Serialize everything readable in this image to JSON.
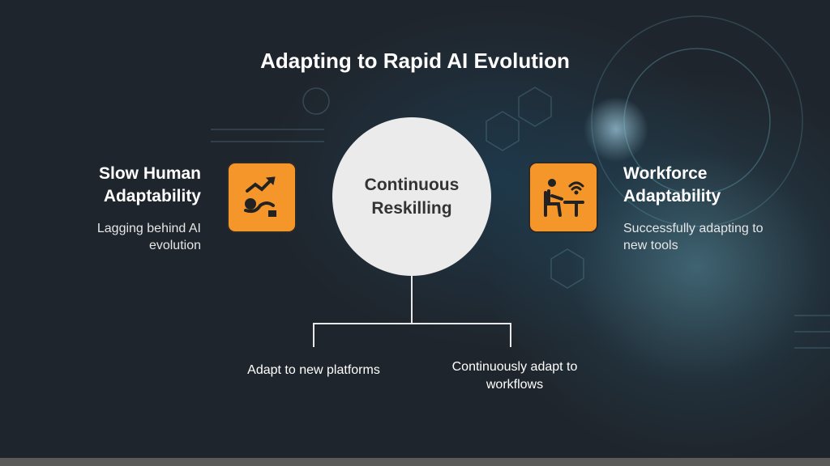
{
  "title": "Adapting to Rapid AI Evolution",
  "center": {
    "line1": "Continuous",
    "line2": "Reskilling"
  },
  "left": {
    "heading1": "Slow Human",
    "heading2": "Adaptability",
    "desc1": "Lagging behind AI",
    "desc2": "evolution",
    "icon": "struggling-person-trend-icon"
  },
  "right": {
    "heading1": "Workforce",
    "heading2": "Adaptability",
    "desc1": "Successfully adapting to",
    "desc2": "new tools",
    "icon": "person-at-desk-wifi-icon"
  },
  "branches": [
    {
      "line1": "Adapt to new platforms"
    },
    {
      "line1": "Continuously adapt to",
      "line2": "workflows"
    }
  ],
  "colors": {
    "accent": "#f5962a",
    "background": "#1f252c",
    "circle": "#ebebeb"
  }
}
